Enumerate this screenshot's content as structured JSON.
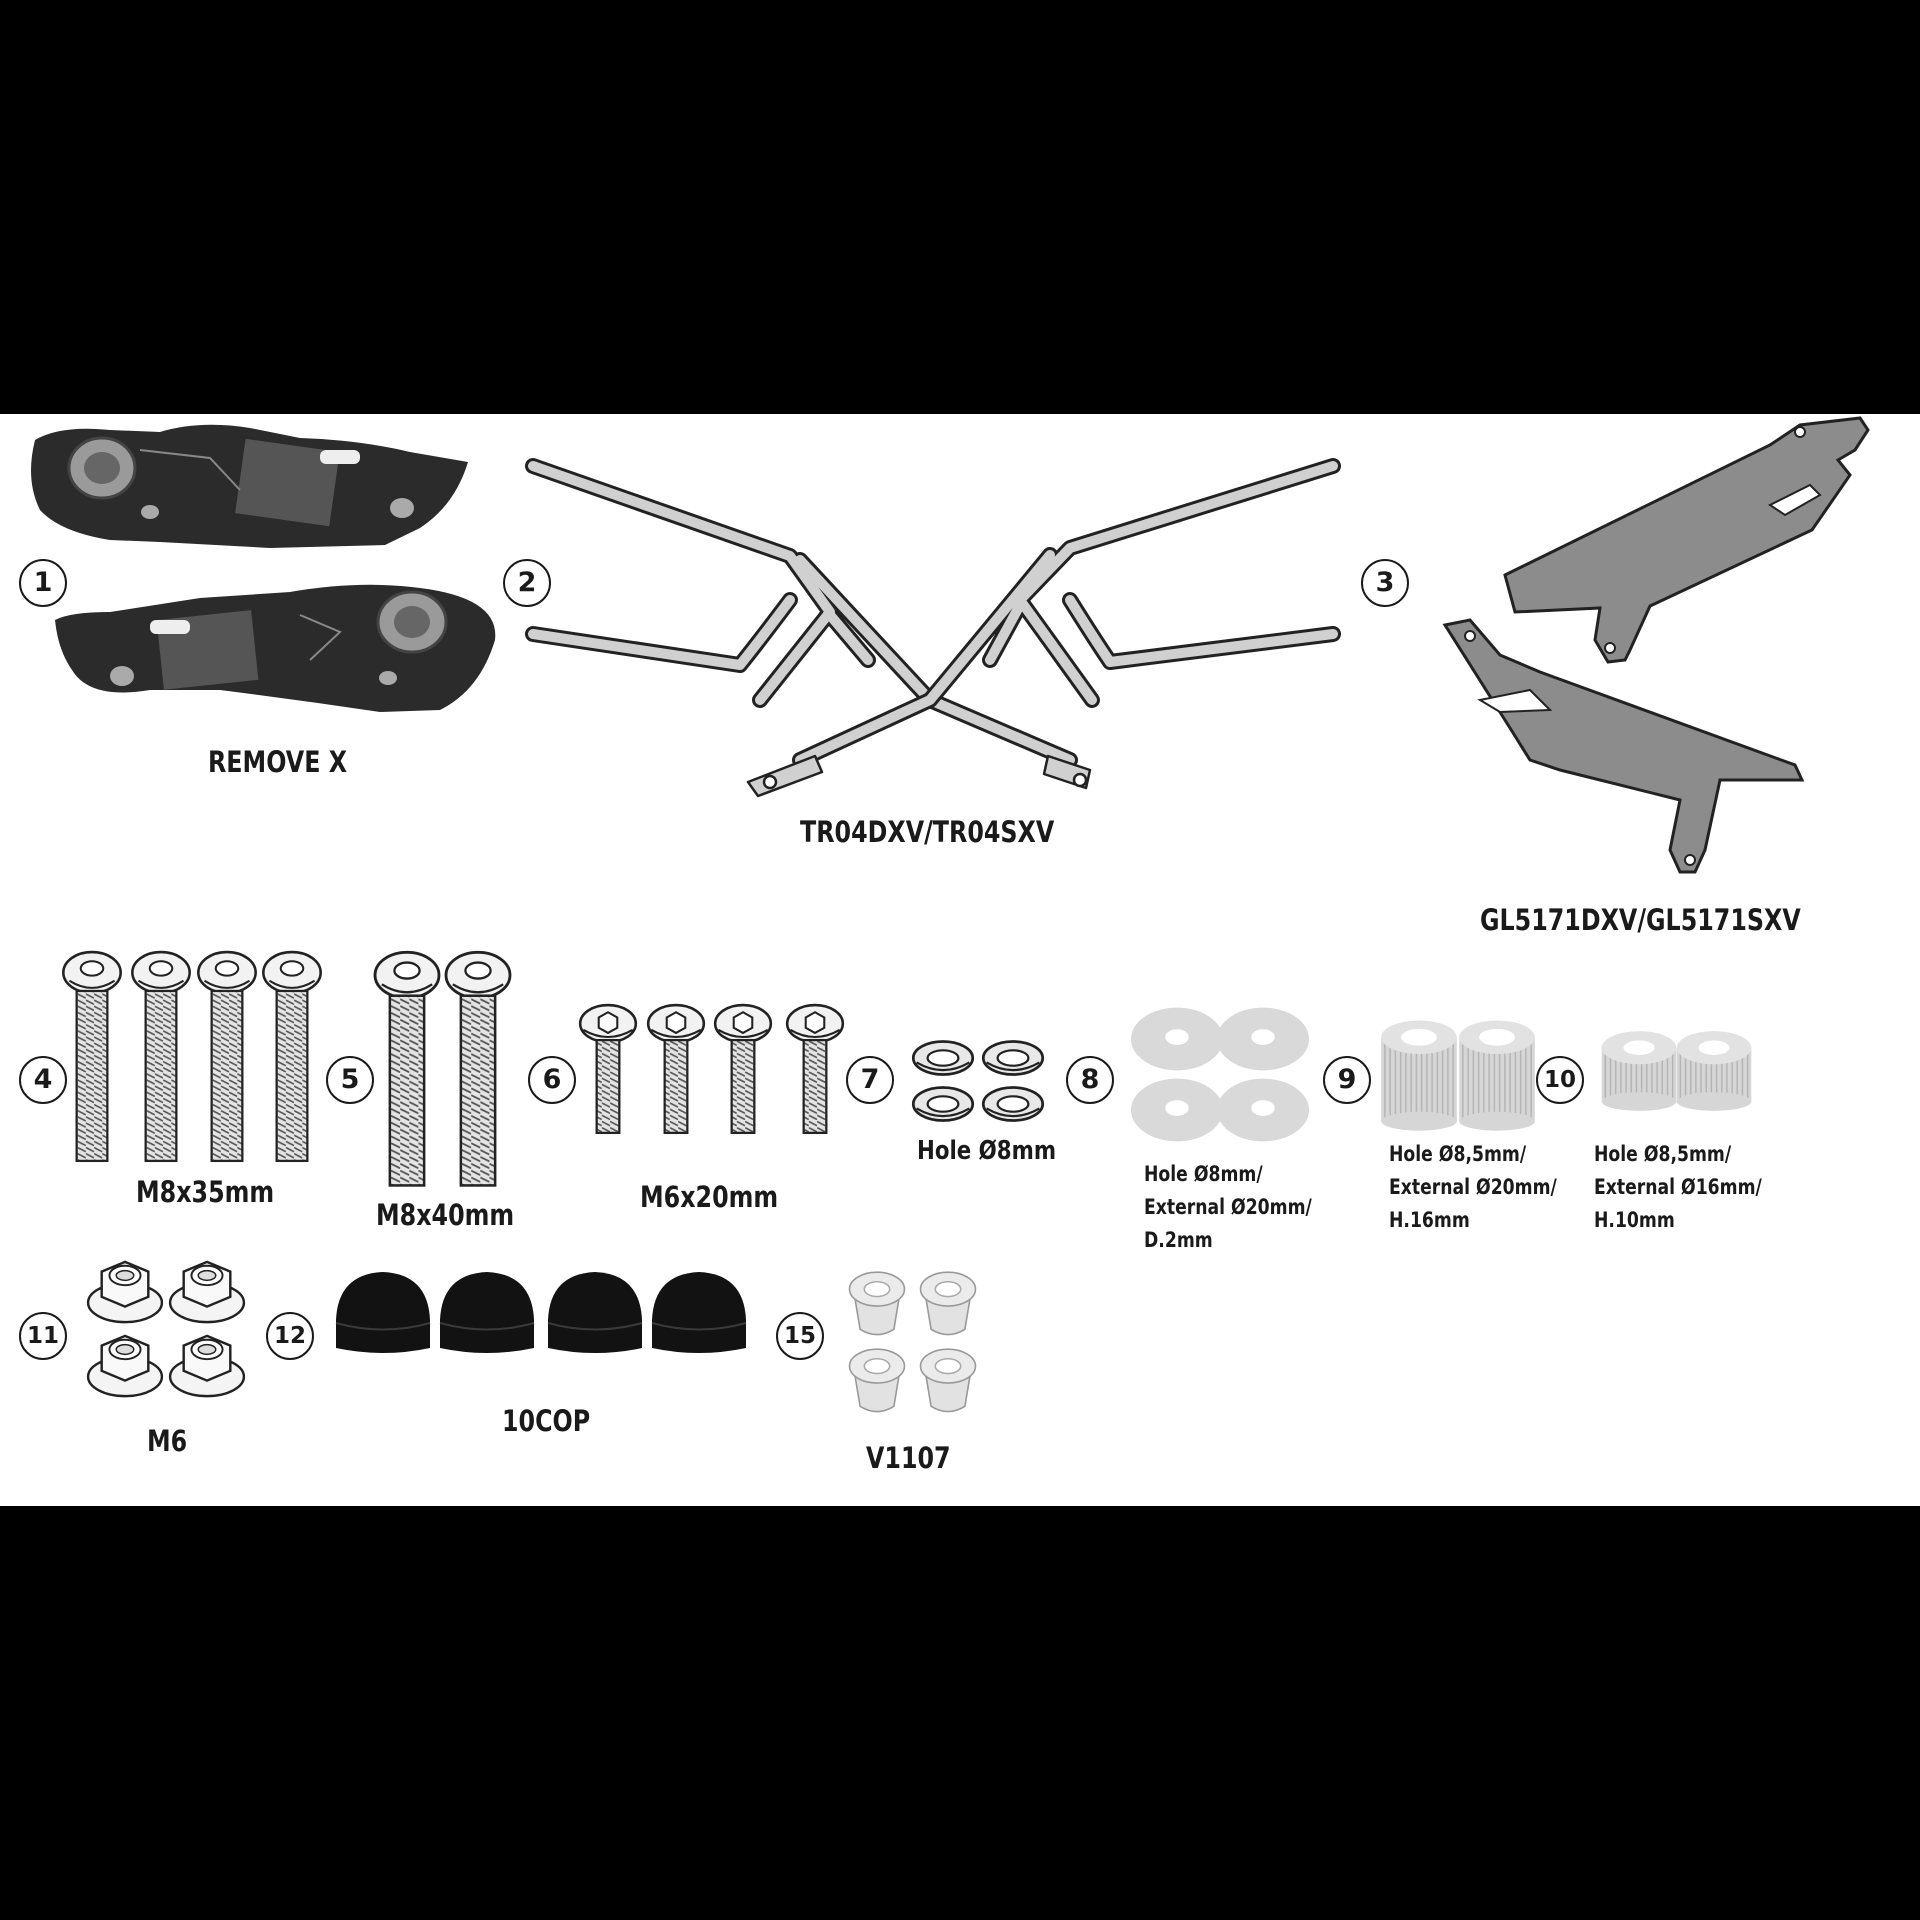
{
  "parts": [
    {
      "number": "1",
      "label": "REMOVE X"
    },
    {
      "number": "2",
      "label": "TR04DXV/TR04SXV"
    },
    {
      "number": "3",
      "label": "GL5171DXV/GL5171SXV"
    },
    {
      "number": "4",
      "label": "M8x35mm"
    },
    {
      "number": "5",
      "label": "M8x40mm"
    },
    {
      "number": "6",
      "label": "M6x20mm"
    },
    {
      "number": "7",
      "label": "Hole Ø8mm"
    },
    {
      "number": "8",
      "spec": [
        "Hole Ø8mm/",
        "External Ø20mm/",
        "D.2mm"
      ]
    },
    {
      "number": "9",
      "spec": [
        "Hole Ø8,5mm/",
        "External Ø20mm/",
        "H.16mm"
      ]
    },
    {
      "number": "10",
      "spec": [
        "Hole Ø8,5mm/",
        "External Ø16mm/",
        "H.10mm"
      ]
    },
    {
      "number": "11",
      "label": "M6"
    },
    {
      "number": "12",
      "label": "10COP"
    },
    {
      "number": "15",
      "label": "V1107"
    }
  ]
}
